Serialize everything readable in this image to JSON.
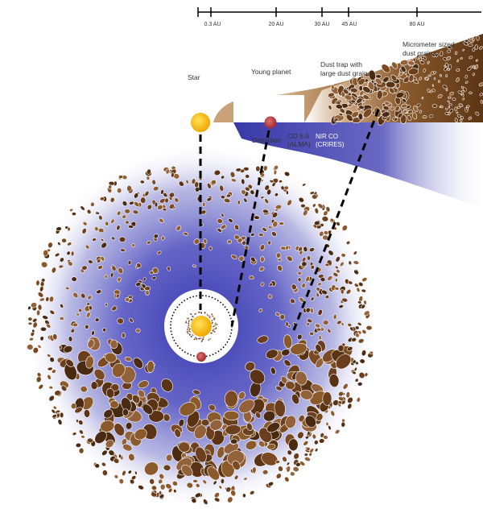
{
  "scale": {
    "ticks": [
      "0.3 AU",
      "20 AU",
      "30 AU",
      "45 AU",
      "80 AU"
    ]
  },
  "labels": {
    "star": "Star",
    "young_planet": "Young planet",
    "dust_trap_line1": "Dust trap with",
    "dust_trap_line2": "large dust grains",
    "micrometer_line1": "Micrometer sized",
    "micrometer_line2": "dust grains",
    "depletion": "Depletion",
    "co_line1": "CO 6-5",
    "co_line2": "(ALMA)",
    "nir_line1": "NIR CO",
    "nir_line2": "(CRIRES)"
  },
  "colors": {
    "gas_blue": "#4a4ab8",
    "star_yellow": "#f5b90f",
    "planet_red": "#b8343a",
    "dust_brown": "#6b3f1d"
  }
}
